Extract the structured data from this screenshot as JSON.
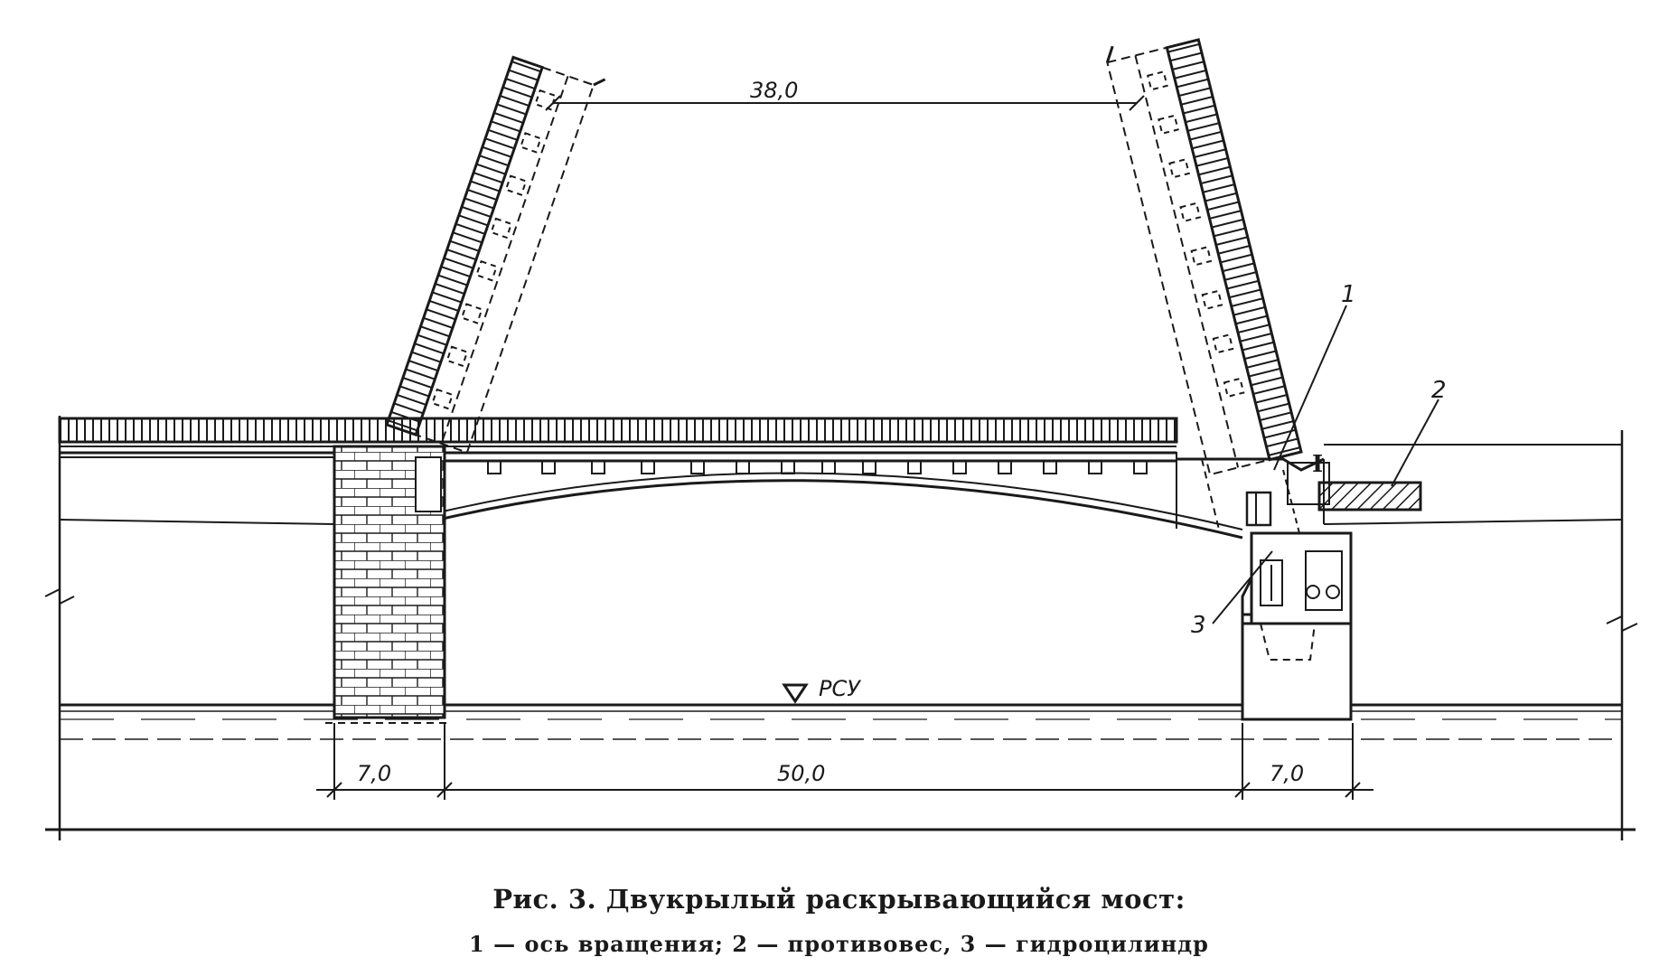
{
  "dimensions": {
    "gap_open": "38,0",
    "pier_left_width": "7,0",
    "main_span": "50,0",
    "pier_right_width": "7,0"
  },
  "water_level_label": "РСУ",
  "section_mark": "I",
  "callouts": {
    "axis": "1",
    "counterweight": "2",
    "cylinder": "3"
  },
  "caption": {
    "title": "Рис. 3. Двукрылый раскрывающийся мост:",
    "legend": "1 — ось вращения; 2 — противовес, 3 — гидроцилиндр"
  },
  "colors": {
    "ink": "#1a1a1a",
    "paper": "#ffffff"
  }
}
